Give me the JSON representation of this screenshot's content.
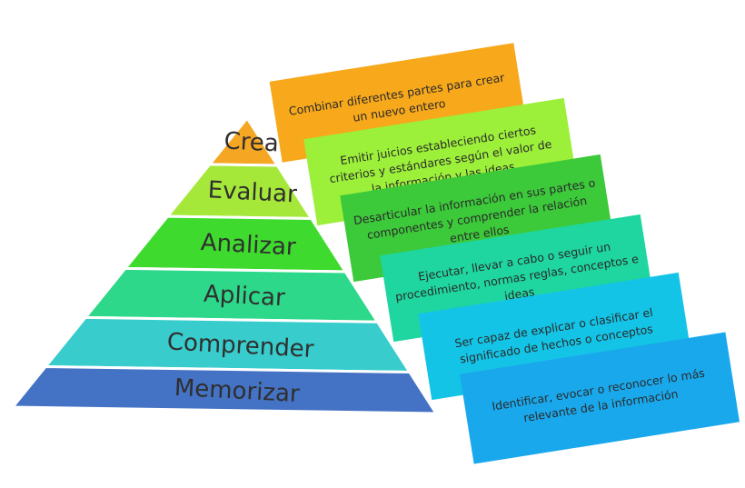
{
  "levels": [
    {
      "label": "Crear",
      "description": "Combinar diferentes partes para crear un nuevo entero",
      "description_lines": [
        "Combinar diferentes partes para crear",
        "un nuevo entero"
      ],
      "color": "#F5A623",
      "side_color": "#C98812",
      "box_color": "#F7A81B"
    },
    {
      "label": "Evaluar",
      "description": "Emitir juicios estableciendo ciertos criterios y estándares según el valor de la información y las ideas",
      "description_lines": [
        "Emitir juicios estableciendo ciertos",
        "criterios y estándares según el valor de",
        "la información y las ideas"
      ],
      "color": "#A6E83A",
      "side_color": "#7FBE1E",
      "box_color": "#9CF03A"
    },
    {
      "label": "Analizar",
      "description": "Desarticular la información en sus partes o componentes y comprender la relación entre ellos",
      "description_lines": [
        "Desarticular la información en sus partes o",
        "componentes y comprender la relación",
        "entre ellos"
      ],
      "color": "#3EDB2E",
      "side_color": "#22A81A",
      "box_color": "#3CC93A"
    },
    {
      "label": "Aplicar",
      "description": "Ejecutar, llevar a cabo o seguir un procedimiento, normas reglas, conceptos e ideas",
      "description_lines": [
        "Ejecutar, llevar a cabo o seguir un",
        "procedimiento, normas reglas, conceptos e",
        "ideas"
      ],
      "color": "#2ED88A",
      "side_color": "#1EA868",
      "box_color": "#1FD6A0"
    },
    {
      "label": "Comprender",
      "description": "Ser capaz de explicar o clasificar el significado de hechos o conceptos",
      "description_lines": [
        "Ser capaz de explicar o clasificar el",
        "significado de hechos o conceptos"
      ],
      "color": "#38CCCC",
      "side_color": "#229E9E",
      "box_color": "#14C4E6"
    },
    {
      "label": "Memorizar",
      "description": "Identificar, evocar o reconocer lo más relevante de la información",
      "description_lines": [
        "Identificar, evocar o reconocer lo más",
        "relevante de la información"
      ],
      "color": "#4472C4",
      "side_color": "#2E5296",
      "box_color": "#1AA8EC"
    }
  ]
}
